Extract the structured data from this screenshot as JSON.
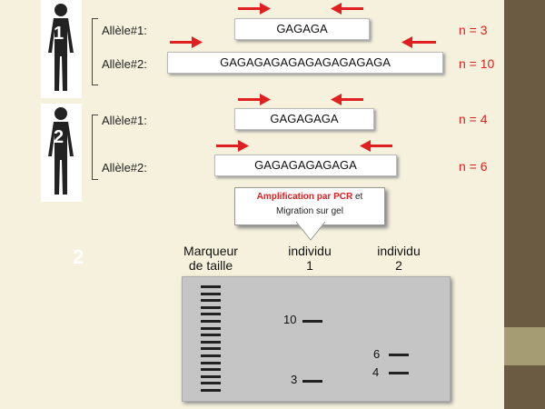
{
  "individuals": [
    {
      "number": "1",
      "alleles": [
        {
          "label": "Allèle#1:",
          "sequence": "GAGAGA",
          "n": "n = 3"
        },
        {
          "label": "Allèle#2:",
          "sequence": "GAGAGAGAGAGAGAGAGAGA",
          "n": "n = 10"
        }
      ]
    },
    {
      "number": "2",
      "alleles": [
        {
          "label": "Allèle#1:",
          "sequence": "GAGAGAGA",
          "n": "n = 4"
        },
        {
          "label": "Allèle#2:",
          "sequence": "GAGAGAGAGAGA",
          "n": "n = 6"
        }
      ]
    }
  ],
  "callout": {
    "title_part1": "Amplification par ",
    "title_pcr": "PCR",
    "title_part2": " et",
    "line2": "Migration sur gel"
  },
  "slide_number": "2",
  "gel": {
    "headers": {
      "marker": [
        "Marqueur",
        "de taille"
      ],
      "ind1": [
        "individu",
        "1"
      ],
      "ind2": [
        "individu",
        "2"
      ]
    },
    "marker_band_count": 16,
    "lanes": {
      "ind1": [
        {
          "size": "10"
        },
        {
          "size": "3"
        }
      ],
      "ind2": [
        {
          "size": "6"
        },
        {
          "size": "4"
        }
      ]
    }
  },
  "colors": {
    "accent_red": "#e02020",
    "sidebar": "#6b5b43",
    "sidebar_accent": "#a59c74"
  }
}
